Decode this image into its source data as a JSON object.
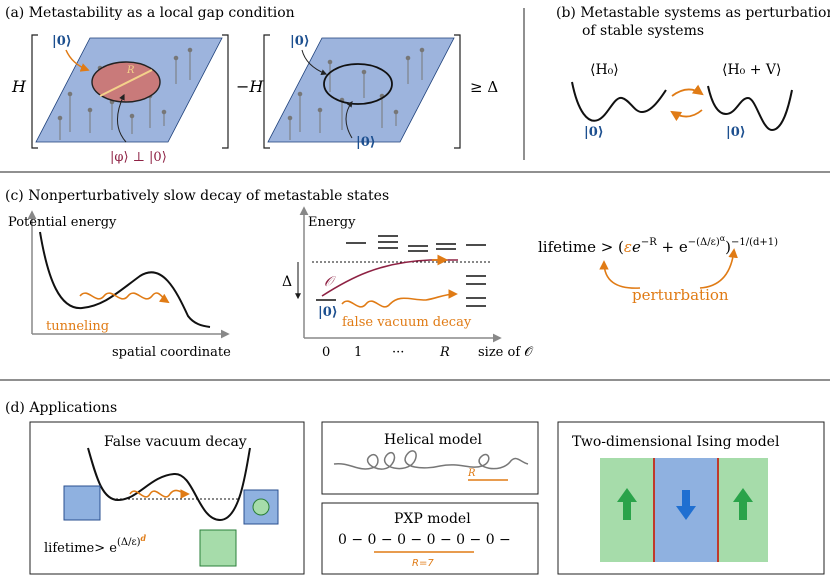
{
  "panel_a": {
    "label": "(a) Metastability as a local gap condition",
    "H_left": "H",
    "H_right": "−H",
    "ket_zero": "|0⟩",
    "radius": "R",
    "phi_perp": "|φ⟩ ⊥ |0⟩",
    "geq_delta": "≥ Δ"
  },
  "panel_b": {
    "label_line1": "(b) Metastable systems as perturbations",
    "label_line2": "of stable systems",
    "h0": "⟨H₀⟩",
    "h0v": "⟨H₀ + V⟩",
    "ket_zero": "|0⟩"
  },
  "panel_c": {
    "label": "(c) Nonperturbatively slow decay of metastable states",
    "potential_energy": "Potential energy",
    "tunneling": "tunneling",
    "spatial_coordinate": "spatial coordinate",
    "energy": "Energy",
    "delta": "Δ",
    "operator": "𝒪",
    "ket_zero": "|0⟩",
    "false_vacuum_decay": "false vacuum decay",
    "tick_0": "0",
    "tick_1": "1",
    "tick_dots": "···",
    "tick_R": "R",
    "size_of_O": "size of 𝒪",
    "lifetime_formula": "lifetime > (εe^{−R} + e^{−(Δ/ε)^α})^{−1/(d+1)}",
    "lifetime_prefix": "lifetime > (",
    "eps": "ε",
    "formula_mid1": "e",
    "formula_sup1": "−R",
    "formula_mid2": " + e",
    "formula_sup2": "−(Δ/ε)",
    "formula_sup2b": "α",
    "formula_close": ")",
    "formula_sup3": "−1/(d+1)",
    "perturbation": "perturbation"
  },
  "panel_d": {
    "label": "(d) Applications",
    "fvd_title": "False vacuum decay",
    "fvd_lifetime": "lifetime> e",
    "fvd_sup": "(Δ/ε)",
    "fvd_sup_d": "d",
    "helical_title": "Helical model",
    "helical_R": "R",
    "pxp_title": "PXP model",
    "pxp_chain": "0 − 0 − 0 − 0 − 0 − 0 −",
    "pxp_R": "R=7",
    "ising_title": "Two-dimensional Ising model"
  },
  "colors": {
    "orange": "#e07b15",
    "blue_ket": "#1c4f8f",
    "plane_blue": "#9db4dd",
    "red_disc": "#c97a7a",
    "green_fill": "#a6dcaa",
    "green_arrow": "#2aa34a",
    "blue_arrow": "#1f6fd1",
    "ising_blue": "#8fb1e0",
    "domain_wall": "#c0392b",
    "ket_phi": "#8e2244"
  }
}
